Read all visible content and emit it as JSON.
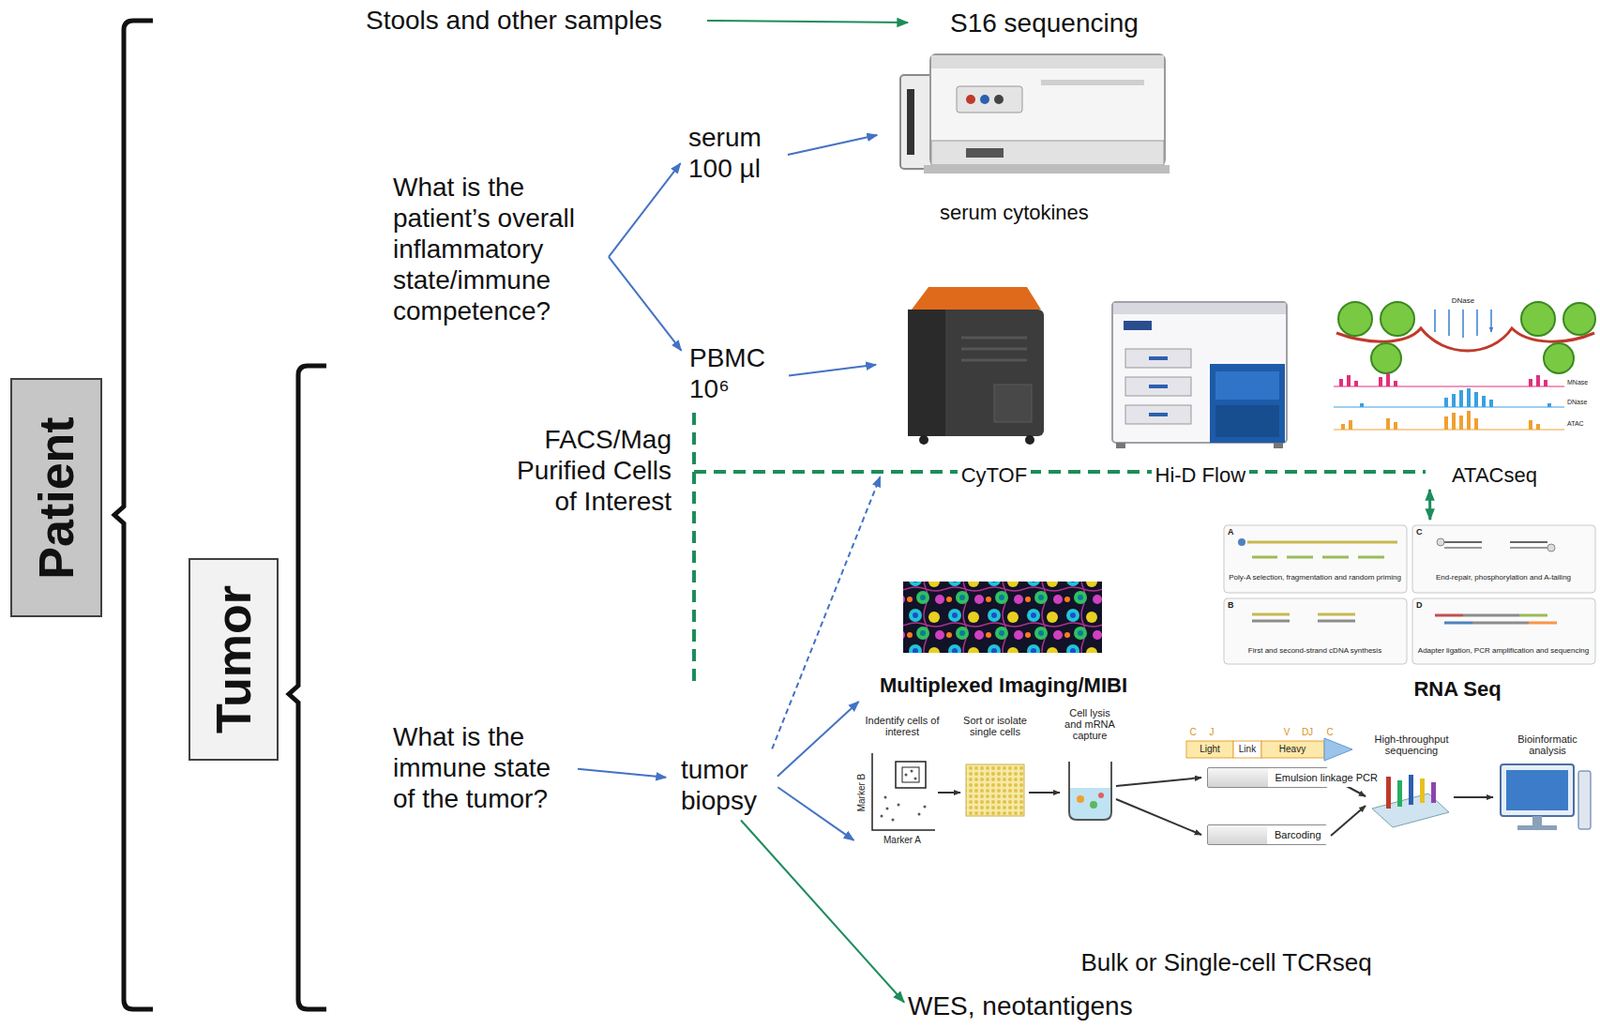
{
  "diagram": {
    "nodes": [
      {
        "text": [
          "Patient"
        ]
      },
      {
        "text": [
          "Tumor"
        ]
      },
      {
        "text": [
          "Stools and other samples"
        ]
      },
      {
        "text": [
          "S16 sequencing"
        ]
      },
      {
        "text": [
          "What is the patient’s overall inflammatory state/immune competence?"
        ]
      },
      {
        "text": [
          "serum 100 µl"
        ]
      },
      {
        "text": [
          "serum cytokines"
        ]
      },
      {
        "text": [
          "PBMC 10⁶"
        ]
      },
      {
        "text": [
          "CyTOF"
        ]
      },
      {
        "text": [
          "Hi-D Flow"
        ]
      },
      {
        "text": [
          "ATACseq"
        ]
      },
      {
        "text": [
          "RNA Seq"
        ]
      },
      {
        "text": [
          "What is the immune state of the tumor?"
        ]
      },
      {
        "text": [
          "tumor biopsy"
        ]
      },
      {
        "text": [
          "Multiplexed Imaging/MIBI"
        ]
      },
      {
        "text": [
          "Bulk or Single-cell TCRseq"
        ]
      },
      {
        "text": [
          "Emulsion linkage PCR"
        ],
        "in": 15
      },
      {
        "text": [
          "Barcoding"
        ],
        "in": 15
      },
      {
        "text": [
          "WES, neotantigens"
        ]
      }
    ],
    "edges": [
      {
        "from": 2,
        "to": 3,
        "arrow": "to"
      },
      {
        "from": 4,
        "to": 5,
        "arrow": "to"
      },
      {
        "from": 4,
        "to": 7,
        "arrow": "to"
      },
      {
        "from": 5,
        "to": 6,
        "arrow": "to"
      },
      {
        "from": 7,
        "to": 8,
        "arrow": "to"
      },
      {
        "from": 12,
        "to": 13,
        "arrow": "to"
      },
      {
        "from": 13,
        "to": 14,
        "arrow": "to"
      },
      {
        "from": 13,
        "to": 15,
        "arrow": "to"
      },
      {
        "from": 13,
        "to": 18,
        "arrow": "to"
      },
      {
        "from": 13,
        "to": 8,
        "arrow": "to"
      },
      {
        "from": 10,
        "to": 11,
        "arrow": "both"
      }
    ],
    "labels": [
      "FACS/Mag Purified Cells of Interest",
      "Indentify cells of interest",
      "Marker B",
      "Marker A",
      "Sort or isolate single cells",
      "Cell lysis and mRNA capture",
      "C",
      "J",
      "V",
      "DJ",
      "C",
      "Light",
      "Link",
      "Heavy",
      "High-throughput sequencing",
      "Bioinformatic analysis",
      "A",
      "Poly-A selection, fragmentation and random priming",
      "B",
      "First and second-strand cDNA synthesis",
      "C",
      "End-repair, phosphorylation and A-tailing",
      "D",
      "Adapter ligation, PCR amplification and sequencing",
      "DNase",
      "MNase",
      "DNase",
      "ATAC"
    ]
  }
}
